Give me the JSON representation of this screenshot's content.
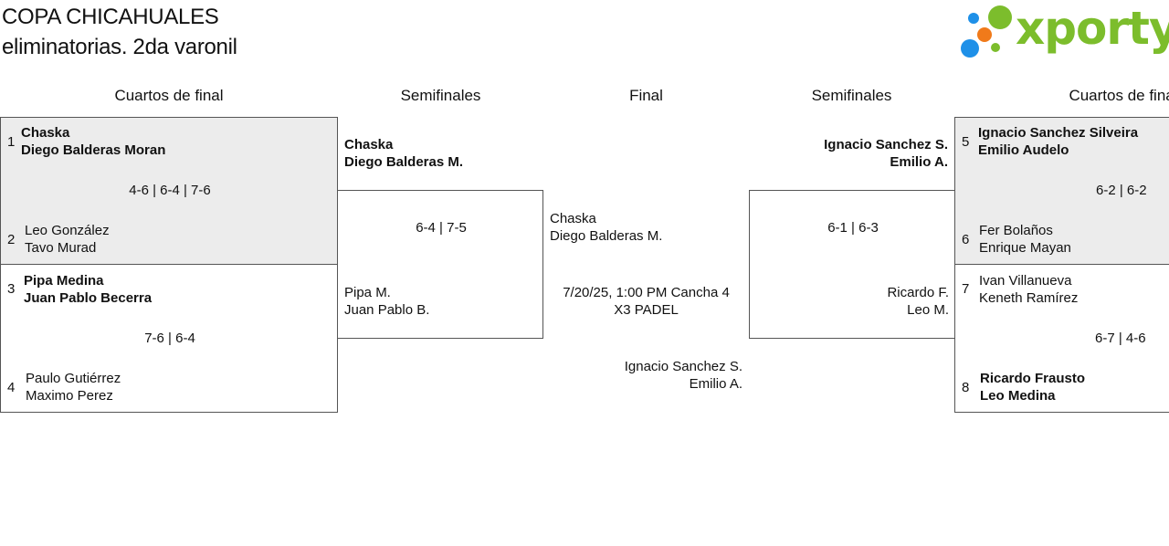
{
  "header": {
    "title": "COPA CHICAHUALES",
    "subtitle": "eliminatorias. 2da varonil"
  },
  "logo": {
    "text": "xporty",
    "colors": {
      "text": "#7cbd2c",
      "dot_blue": "#1e90e8",
      "dot_orange": "#f07a1a",
      "dot_green": "#7cbd2c"
    }
  },
  "columns": {
    "left_quarters": "Cuartos de final",
    "left_semis": "Semifinales",
    "final": "Final",
    "right_semis": "Semifinales",
    "right_quarters": "Cuartos de final"
  },
  "left_quarters": [
    {
      "top": {
        "seed": "1",
        "p1": "Chaska",
        "p2": "Diego Balderas Moran"
      },
      "score": "4-6 | 6-4 | 7-6",
      "bottom": {
        "seed": "2",
        "p1": "Leo González",
        "p2": "Tavo Murad"
      }
    },
    {
      "top": {
        "seed": "3",
        "p1": "Pipa Medina",
        "p2": "Juan Pablo Becerra"
      },
      "score": "7-6 | 6-4",
      "bottom": {
        "seed": "4",
        "p1": "Paulo Gutiérrez",
        "p2": "Maximo Perez"
      }
    }
  ],
  "left_semi": {
    "top": {
      "p1": "Chaska",
      "p2": "Diego Balderas M."
    },
    "score": "6-4 | 7-5",
    "bottom": {
      "p1": "Pipa M.",
      "p2": "Juan Pablo B."
    }
  },
  "final": {
    "top": {
      "p1": "Chaska",
      "p2": "Diego Balderas M."
    },
    "schedule_line1": "7/20/25, 1:00 PM Cancha 4",
    "schedule_line2": "X3 PADEL",
    "bottom": {
      "p1": "Ignacio Sanchez S.",
      "p2": "Emilio A."
    }
  },
  "right_semi": {
    "top": {
      "p1": "Ignacio Sanchez S.",
      "p2": "Emilio A."
    },
    "score": "6-1 | 6-3",
    "bottom": {
      "p1": "Ricardo F.",
      "p2": "Leo M."
    }
  },
  "right_quarters": [
    {
      "top": {
        "seed": "5",
        "p1": "Ignacio Sanchez Silveira",
        "p2": "Emilio Audelo"
      },
      "score": "6-2 | 6-2",
      "bottom": {
        "seed": "6",
        "p1": "Fer Bolaños",
        "p2": "Enrique Mayan"
      }
    },
    {
      "top": {
        "seed": "7",
        "p1": "Ivan Villanueva",
        "p2": "Keneth Ramírez"
      },
      "score": "6-7 | 4-6",
      "bottom": {
        "seed": "8",
        "p1": "Ricardo Frausto",
        "p2": "Leo Medina"
      }
    }
  ]
}
